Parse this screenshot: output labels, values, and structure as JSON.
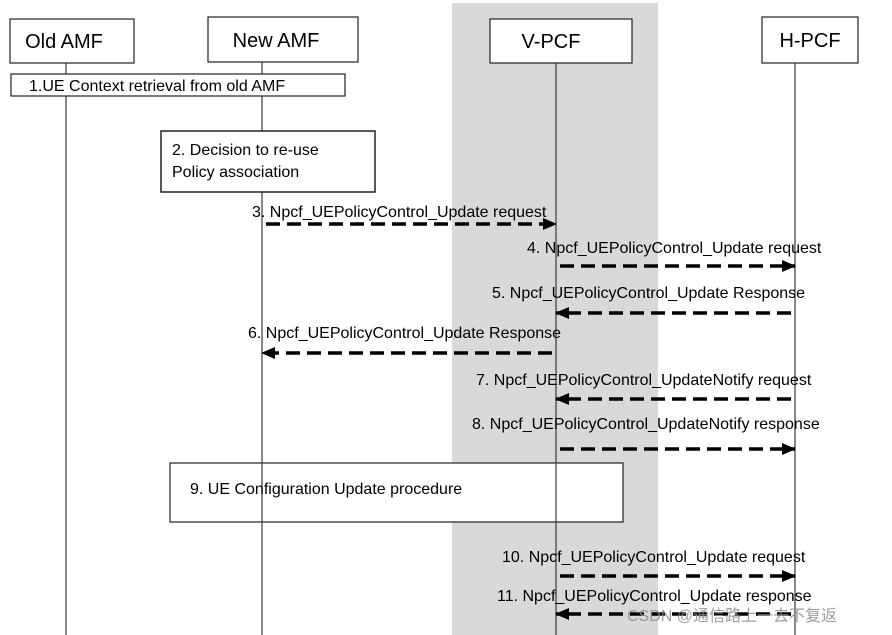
{
  "participants": [
    {
      "label": "Old AMF"
    },
    {
      "label": "New AMF"
    },
    {
      "label": "V-PCF"
    },
    {
      "label": "H-PCF"
    }
  ],
  "steps": {
    "step1": "1.UE Context retrieval from old AMF",
    "step2": [
      "2. Decision to re-use",
      "Policy association"
    ],
    "step9": "9. UE Configuration Update procedure"
  },
  "messages": [
    {
      "label": "3. Npcf_UEPolicyControl_Update request",
      "from": 1,
      "to": 2
    },
    {
      "label": "4. Npcf_UEPolicyControl_Update request",
      "from": 2,
      "to": 3
    },
    {
      "label": "5. Npcf_UEPolicyControl_Update Response",
      "from": 3,
      "to": 2
    },
    {
      "label": "6. Npcf_UEPolicyControl_Update Response",
      "from": 2,
      "to": 1
    },
    {
      "label": "7. Npcf_UEPolicyControl_UpdateNotify request",
      "from": 3,
      "to": 2
    },
    {
      "label": "8. Npcf_UEPolicyControl_UpdateNotify response",
      "from": 2,
      "to": 3
    },
    {
      "label": "10. Npcf_UEPolicyControl_Update request",
      "from": 2,
      "to": 3
    },
    {
      "label": "11. Npcf_UEPolicyControl_Update response",
      "from": 3,
      "to": 2
    }
  ],
  "watermark": "CSDN @通信路上一去不复返",
  "colors": {
    "band": "#d9d9d9",
    "line": "#000000"
  }
}
